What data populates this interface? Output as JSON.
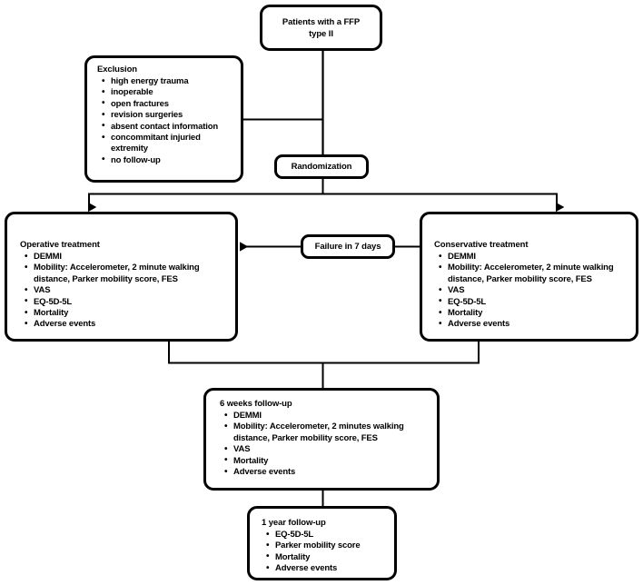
{
  "diagram": {
    "title": "FFP type II randomized trial flowchart",
    "stroke_color": "#000000",
    "background_color": "#ffffff"
  },
  "nodes": {
    "patients": {
      "label": "Patients with a FFP\ntype II",
      "line1": "Patients with a FFP",
      "line2": "type II"
    },
    "exclusion": {
      "heading": "Exclusion",
      "items": [
        "high energy trauma",
        "inoperable",
        "open fractures",
        "revision surgeries",
        "absent contact information",
        "concommitant injuried extremity",
        "no follow-up"
      ]
    },
    "randomization": {
      "label": "Randomization"
    },
    "operative": {
      "heading": "Operative treatment",
      "items": [
        "DEMMI",
        "Mobility: Accelerometer, 2 minute walking distance, Parker mobility score, FES",
        "VAS",
        "EQ-5D-5L",
        "Mortality",
        "Adverse events"
      ]
    },
    "failure": {
      "label": "Failure in 7 days"
    },
    "conservative": {
      "heading": "Conservative treatment",
      "items": [
        "DEMMI",
        "Mobility: Accelerometer, 2 minute walking distance, Parker mobility score, FES",
        "VAS",
        "EQ-5D-5L",
        "Mortality",
        "Adverse events"
      ]
    },
    "six_weeks": {
      "heading": "6 weeks follow-up",
      "items": [
        "DEMMI",
        "Mobility: Accelerometer, 2 minutes walking distance, Parker mobility score, FES",
        "VAS",
        "Mortality",
        "Adverse events"
      ]
    },
    "one_year": {
      "heading": "1 year follow-up",
      "items": [
        "EQ-5D-5L",
        "Parker mobility score",
        "Mortality",
        "Adverse events"
      ]
    }
  }
}
